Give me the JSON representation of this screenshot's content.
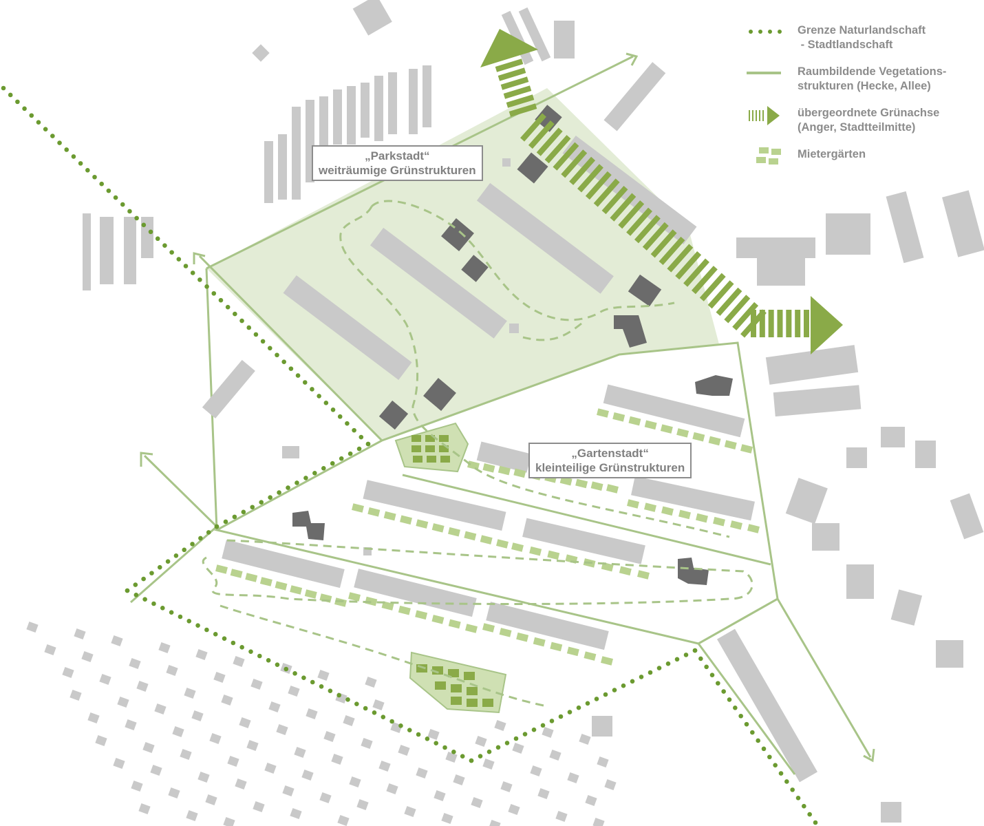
{
  "colors": {
    "building_light": "#c9c9c9",
    "building_dark": "#6b6b6b",
    "green_fill": "#e3ecd6",
    "green_line": "#a8c488",
    "green_dots": "#6b9a30",
    "green_axis": "#8aaa48",
    "garden": "#b9d28f",
    "text": "#808080"
  },
  "labels": {
    "parkstadt": {
      "title": "„Parkstadt“",
      "subtitle": "weiträumige Grünstrukturen"
    },
    "gartenstadt": {
      "title": "„Gartenstadt“",
      "subtitle": "kleinteilige Grünstrukturen"
    }
  },
  "legend": [
    {
      "symbol": "dotted-line-icon",
      "text": "Grenze Naturlandschaft\n - Stadtlandschaft"
    },
    {
      "symbol": "solid-line-icon",
      "text": "Raumbildende Vegetations-\nstrukturen (Hecke, Allee)"
    },
    {
      "symbol": "green-axis-arrow-icon",
      "text": "übergeordnete Grünachse\n(Anger, Stadtteilmitte)"
    },
    {
      "symbol": "garden-squares-icon",
      "text": "Mietergärten"
    }
  ]
}
